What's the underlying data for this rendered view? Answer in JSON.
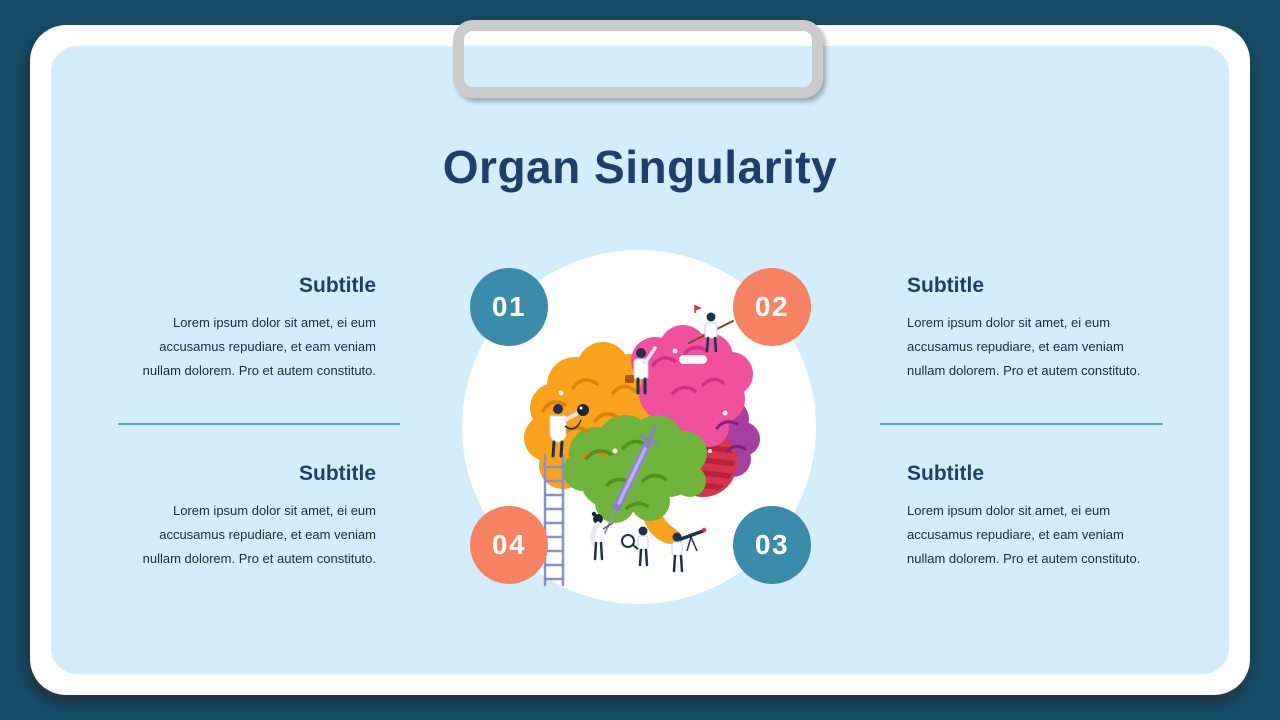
{
  "slide": {
    "title": "Organ Singularity",
    "sections": [
      {
        "position": "top-left",
        "heading": "Subtitle",
        "body": "Lorem  ipsum dolor sit amet, ei eum accusamus repudiare, et eam veniam nullam dolorem. Pro et autem constituto."
      },
      {
        "position": "top-right",
        "heading": "Subtitle",
        "body": "Lorem  ipsum dolor sit amet, ei eum accusamus repudiare, et eam veniam nullam dolorem. Pro et autem constituto."
      },
      {
        "position": "bottom-left",
        "heading": "Subtitle",
        "body": "Lorem  ipsum dolor sit amet, ei eum accusamus repudiare, et eam veniam nullam dolorem. Pro et autem constituto."
      },
      {
        "position": "bottom-right",
        "heading": "Subtitle",
        "body": "Lorem  ipsum dolor sit amet, ei eum accusamus repudiare, et eam veniam nullam dolorem. Pro et autem constituto."
      }
    ],
    "badges": [
      {
        "label": "01"
      },
      {
        "label": "02"
      },
      {
        "label": "03"
      },
      {
        "label": "04"
      }
    ],
    "illustration": "colorful-brain-with-tiny-scientists",
    "colors": {
      "background": "#144a63",
      "card": "#ffffff",
      "panel": "#d4edfc",
      "title_text": "#1e3e6e",
      "body_text": "#1b2a44",
      "divider": "#55aac7",
      "badge_teal": "#3a8caa",
      "badge_salmon": "#f68261",
      "clip_gray": "#cbcbcb"
    }
  }
}
